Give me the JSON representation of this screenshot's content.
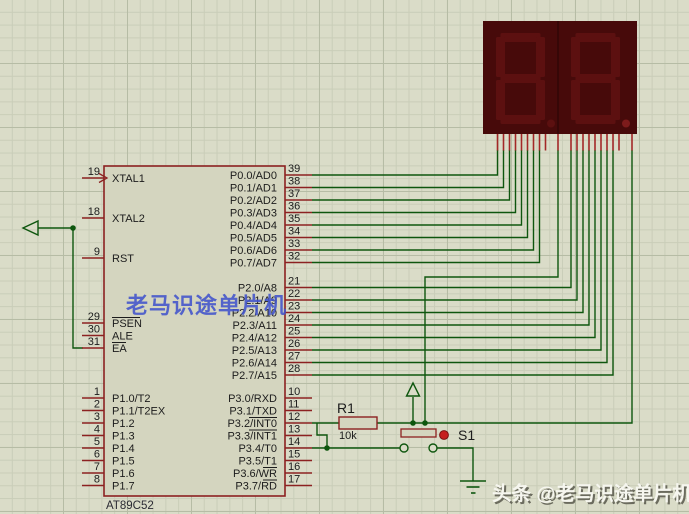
{
  "schematic": {
    "chip": {
      "name": "AT89C52",
      "watermark": "老马识途单片机",
      "pins": {
        "left_top": [
          {
            "num": "19",
            "label": "XTAL1",
            "clock": true
          },
          {
            "num": "18",
            "label": "XTAL2"
          },
          {
            "num": "9",
            "label": "RST"
          }
        ],
        "left_bus": [
          {
            "num": "29",
            "label": "PSEN",
            "overline": "all"
          },
          {
            "num": "30",
            "label": "ALE"
          },
          {
            "num": "31",
            "label": "EA",
            "overline": "all"
          }
        ],
        "left_p1": [
          {
            "num": "1",
            "label": "P1.0/T2"
          },
          {
            "num": "2",
            "label": "P1.1/T2EX"
          },
          {
            "num": "3",
            "label": "P1.2"
          },
          {
            "num": "4",
            "label": "P1.3"
          },
          {
            "num": "5",
            "label": "P1.4"
          },
          {
            "num": "6",
            "label": "P1.5"
          },
          {
            "num": "7",
            "label": "P1.6"
          },
          {
            "num": "8",
            "label": "P1.7"
          }
        ],
        "right_p0": [
          {
            "num": "39",
            "label": "P0.0/AD0"
          },
          {
            "num": "38",
            "label": "P0.1/AD1"
          },
          {
            "num": "37",
            "label": "P0.2/AD2"
          },
          {
            "num": "36",
            "label": "P0.3/AD3"
          },
          {
            "num": "35",
            "label": "P0.4/AD4"
          },
          {
            "num": "34",
            "label": "P0.5/AD5"
          },
          {
            "num": "33",
            "label": "P0.6/AD6"
          },
          {
            "num": "32",
            "label": "P0.7/AD7"
          }
        ],
        "right_p2": [
          {
            "num": "21",
            "label": "P2.0/A8"
          },
          {
            "num": "22",
            "label": "P2.1/A9"
          },
          {
            "num": "23",
            "label": "P2.2/A10"
          },
          {
            "num": "24",
            "label": "P2.3/A11"
          },
          {
            "num": "25",
            "label": "P2.4/A12"
          },
          {
            "num": "26",
            "label": "P2.5/A13"
          },
          {
            "num": "27",
            "label": "P2.6/A14"
          },
          {
            "num": "28",
            "label": "P2.7/A15"
          }
        ],
        "right_p3": [
          {
            "num": "10",
            "label": "P3.0/RXD"
          },
          {
            "num": "11",
            "label": "P3.1/TXD"
          },
          {
            "num": "12",
            "label": "P3.2/INT0",
            "overline": "suffix"
          },
          {
            "num": "13",
            "label": "P3.3/INT1",
            "overline": "suffix"
          },
          {
            "num": "14",
            "label": "P3.4/T0"
          },
          {
            "num": "15",
            "label": "P3.5/T1"
          },
          {
            "num": "16",
            "label": "P3.6/WR",
            "overline": "suffix"
          },
          {
            "num": "17",
            "label": "P3.7/RD",
            "overline": "suffix"
          }
        ]
      }
    },
    "resistor": {
      "ref": "R1",
      "value": "10k"
    },
    "button": {
      "ref": "S1"
    },
    "display": {
      "kind": "dual 7-segment",
      "digits": 2,
      "state": "all segments off"
    },
    "footer_watermark": "头条 @老马识途单片机",
    "colors": {
      "background": "#dadcc8",
      "grid_minor": "#c9cdb8",
      "grid_major": "#b6bca5",
      "wire": "#0e560e",
      "component_outline": "#8c2121",
      "component_fill": "#d4d5bf",
      "display_body": "#470a0a",
      "display_segment_off": "#5c1010",
      "display_dp_right": "#7d1b1b",
      "display_pin": "#a32727",
      "text": "#1c1c1c",
      "chip_watermark_blue": "#4254cc",
      "button_dot_red": "#c61f1f"
    }
  }
}
